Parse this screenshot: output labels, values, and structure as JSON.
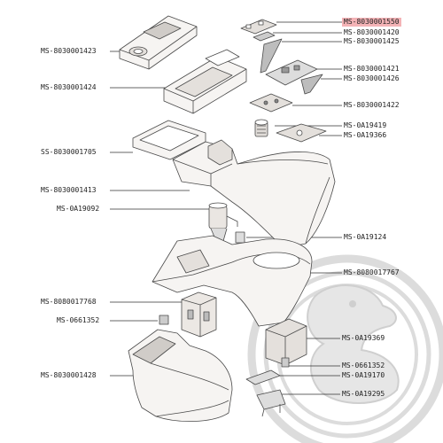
{
  "colors": {
    "highlight": "#f4b3b6",
    "line": "#333333",
    "part_stroke": "#4a4a4a",
    "part_fill": "#f6f4f2",
    "part_shade": "#e4e0dc",
    "watermark": "#d9d9d9"
  },
  "highlighted_part": "MS-8030001550",
  "labels": {
    "l1550": "MS-8030001550",
    "l1420": "MS-8030001420",
    "l1425": "MS-8030001425",
    "l1423": "MS-8030001423",
    "l1421": "MS-8030001421",
    "l1426": "MS-8030001426",
    "l1424": "MS-8030001424",
    "l1422": "MS-8030001422",
    "l19419": "MS-0A19419",
    "l19366": "MS-0A19366",
    "l1705": "SS-8030001705",
    "l1413": "MS-8030001413",
    "l19092": "MS-0A19092",
    "l19124": "MS-0A19124",
    "l17767": "MS-8080017767",
    "l17768": "MS-8080017768",
    "l1352a": "MS-0661352",
    "l19369": "MS-0A19369",
    "l1352b": "MS-0661352",
    "l19170": "MS-0A19170",
    "l1428": "MS-8030001428",
    "l19295": "MS-0A19295"
  },
  "watermark_icon": "mascot-circle-logo-icon"
}
